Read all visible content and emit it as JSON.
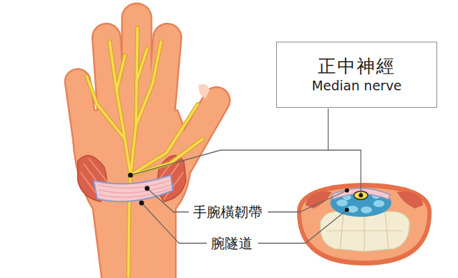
{
  "diagram": {
    "nodes": [
      {
        "text": [
          "正中神經",
          "Median nerve"
        ]
      }
    ],
    "labels": [
      "手腕橫韌帶",
      "腕隧道"
    ]
  }
}
